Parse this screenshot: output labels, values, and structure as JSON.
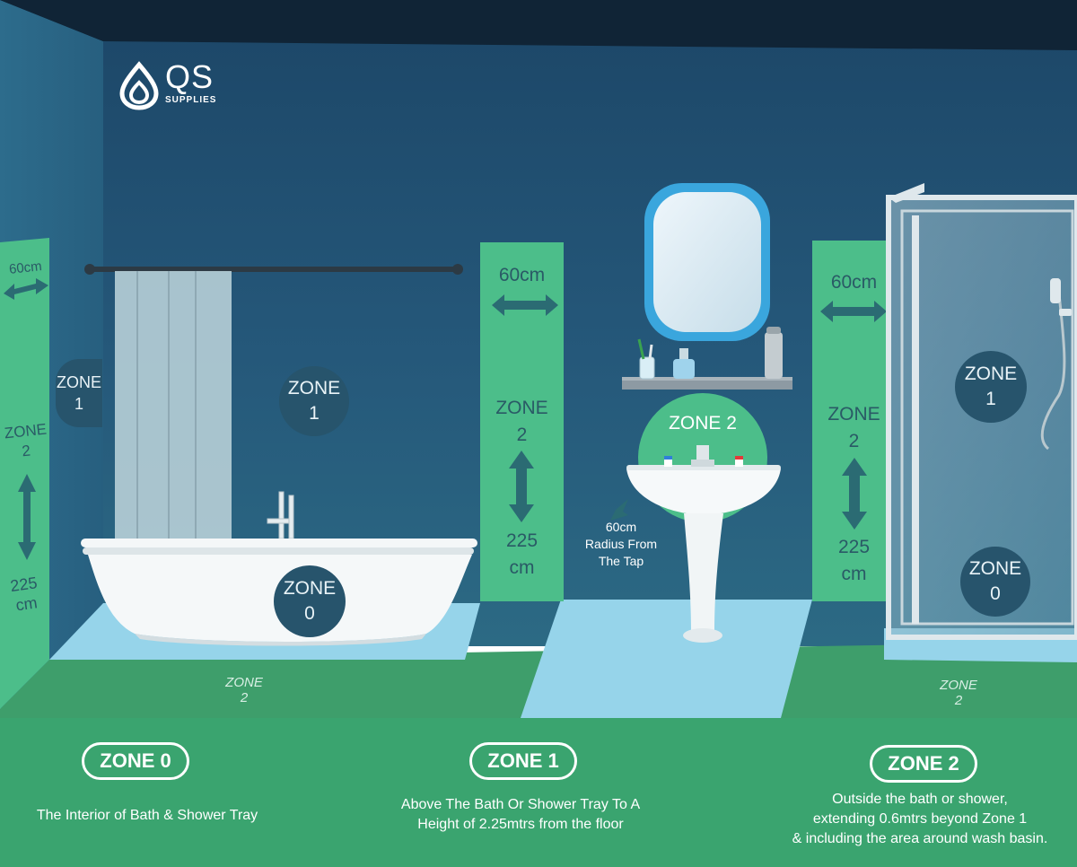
{
  "brand": {
    "name": "QS",
    "sub": "SUPPLIES"
  },
  "left_wall": {
    "measure": "60cm",
    "zone2": [
      "ZONE",
      "2"
    ],
    "height": [
      "225",
      "cm"
    ]
  },
  "circles": {
    "left_zone1": [
      "ZONE",
      "1"
    ],
    "bath_zone1": [
      "ZONE",
      "1"
    ],
    "bath_zone0": [
      "ZONE",
      "0"
    ],
    "shower_zone1": [
      "ZONE",
      "1"
    ],
    "shower_zone0": [
      "ZONE",
      "0"
    ]
  },
  "strip_mid": {
    "measure": "60cm",
    "zone": [
      "ZONE",
      "2"
    ],
    "height": [
      "225",
      "cm"
    ]
  },
  "strip_right": {
    "measure": "60cm",
    "zone": [
      "ZONE",
      "2"
    ],
    "height": [
      "225",
      "cm"
    ]
  },
  "basin": {
    "zone": "ZONE 2",
    "note": [
      "60cm",
      "Radius From",
      "The Tap"
    ]
  },
  "floor": {
    "left": [
      "ZONE",
      "2"
    ],
    "right": [
      "ZONE",
      "2"
    ]
  },
  "legend": [
    {
      "title": "ZONE 0",
      "text": [
        "The Interior of Bath &  Shower Tray"
      ]
    },
    {
      "title": "ZONE 1",
      "text": [
        "Above The Bath Or Shower Tray To A",
        "Height of 2.25mtrs from the floor"
      ]
    },
    {
      "title": "ZONE 2",
      "text": [
        "Outside the bath or shower,",
        "extending 0.6mtrs beyond Zone 1",
        "& including the area around wash basin."
      ]
    }
  ],
  "colors": {
    "ceiling": "#102436",
    "wall": "#25577a",
    "zone_green": "#4cbe8a",
    "floor_green": "#3e9e6b",
    "panel_green": "#3aa46f",
    "circle": "#27546c",
    "floor_blue": "#96d4ea",
    "mirror_frame": "#3aa6dd"
  }
}
